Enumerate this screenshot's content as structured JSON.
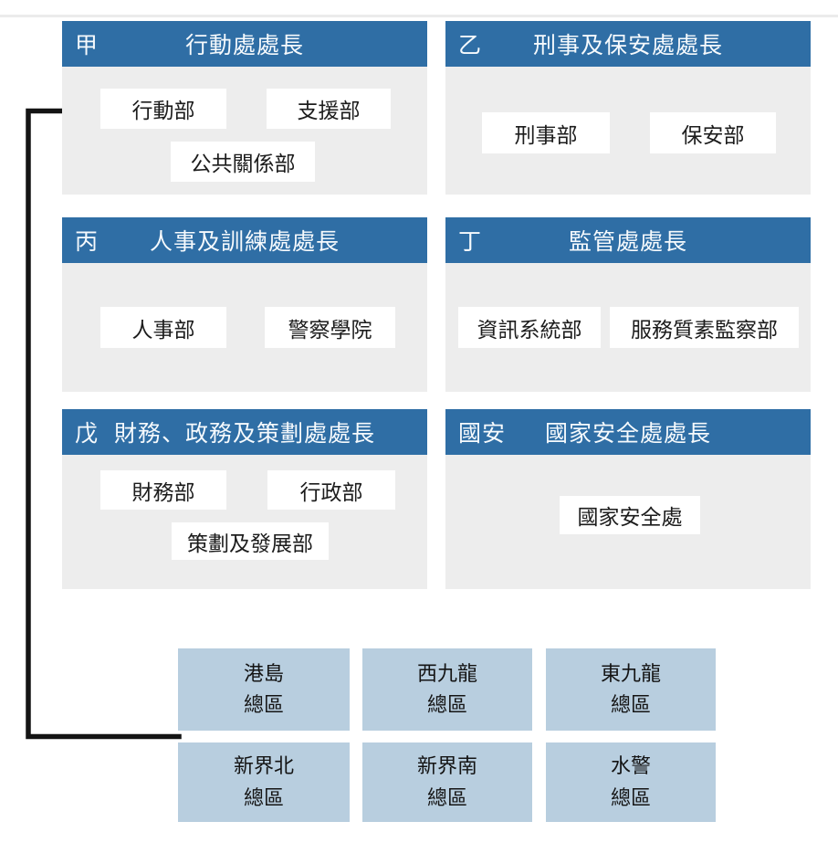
{
  "diagram": {
    "departments": [
      {
        "prefix": "甲",
        "title": "行動處處長",
        "units": [
          "行動部",
          "支援部",
          "公共關係部"
        ]
      },
      {
        "prefix": "乙",
        "title": "刑事及保安處處長",
        "units": [
          "刑事部",
          "保安部"
        ]
      },
      {
        "prefix": "丙",
        "title": "人事及訓練處處長",
        "units": [
          "人事部",
          "警察學院"
        ]
      },
      {
        "prefix": "丁",
        "title": "監管處處長",
        "units": [
          "資訊系統部",
          "服務質素監察部"
        ]
      },
      {
        "prefix": "戊",
        "title": "財務、政務及策劃處處長",
        "units": [
          "財務部",
          "行政部",
          "策劃及發展部"
        ]
      },
      {
        "prefix": "國安",
        "title": "國家安全處處長",
        "units": [
          "國家安全處"
        ]
      }
    ],
    "regions": [
      {
        "line1": "港島",
        "line2": "總區"
      },
      {
        "line1": "西九龍",
        "line2": "總區"
      },
      {
        "line1": "東九龍",
        "line2": "總區"
      },
      {
        "line1": "新界北",
        "line2": "總區"
      },
      {
        "line1": "新界南",
        "line2": "總區"
      },
      {
        "line1": "水警",
        "line2": "總區"
      }
    ],
    "colors": {
      "header_blue": "#2F6EA5",
      "body_gray": "#EDEDED",
      "unit_white": "#FFFFFF",
      "region_blue": "#B8CEDF",
      "connector_black": "#141414"
    }
  }
}
